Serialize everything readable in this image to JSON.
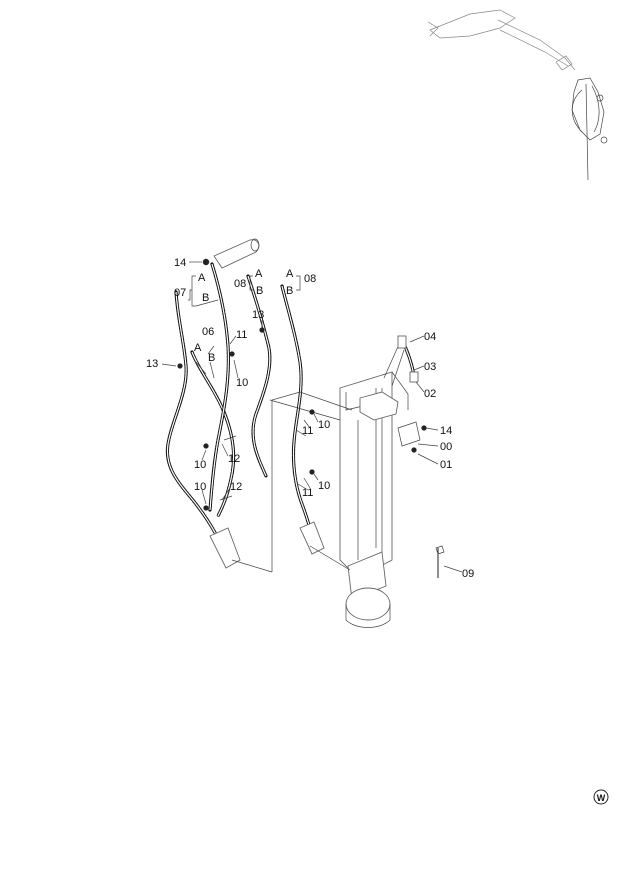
{
  "callouts": {
    "c14a": "14",
    "c07": "07",
    "c07a": "A",
    "c07b": "B",
    "c08l": "08",
    "c08la": "A",
    "c08lb": "B",
    "c08ra": "A",
    "c08rb": "B",
    "c08r": "08",
    "c13a": "13",
    "c11a": "11",
    "c06": "06",
    "c06a": "A",
    "c06b": "B",
    "c13b": "13",
    "c10a": "10",
    "c04": "04",
    "c03": "03",
    "c02": "02",
    "c10b": "10",
    "c11b": "11",
    "c14b": "14",
    "c00": "00",
    "c10c": "10",
    "c12a": "12",
    "c01": "01",
    "c11c": "11",
    "c10d": "10",
    "c10e": "10",
    "c12b": "12",
    "c09": "09"
  },
  "watermark": "W"
}
